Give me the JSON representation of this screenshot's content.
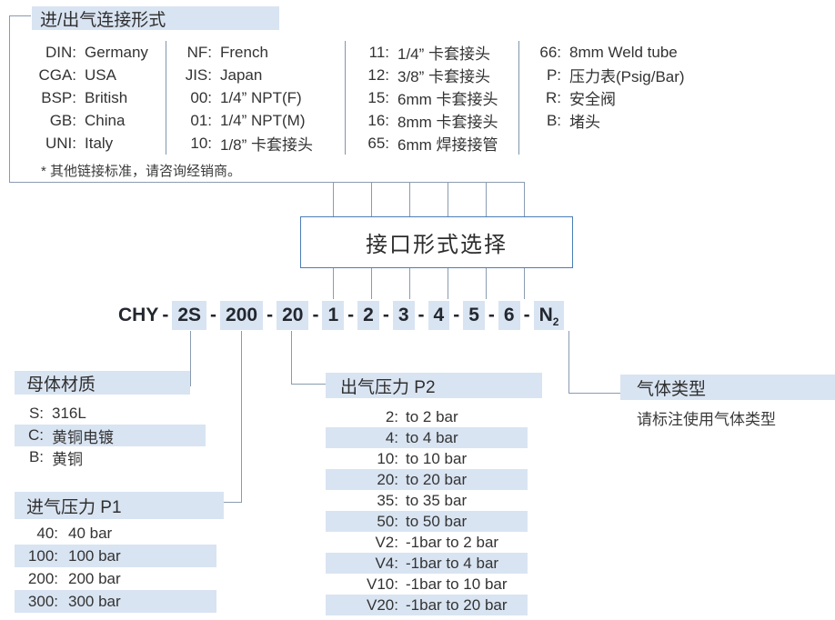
{
  "colors": {
    "highlight": "#d9e4f2",
    "line": "#8a9bb0",
    "separator": "#7f96ad",
    "box_border": "#4a7db5",
    "text": "#333333",
    "pn_text": "#23272e"
  },
  "connection": {
    "title": "进/出气连接形式",
    "footnote": "* 其他链接标准，请咨询经销商。",
    "col1": [
      {
        "code": "DIN:",
        "label": "Germany"
      },
      {
        "code": "CGA:",
        "label": "USA"
      },
      {
        "code": "BSP:",
        "label": "British"
      },
      {
        "code": "GB:",
        "label": "China"
      },
      {
        "code": "UNI:",
        "label": "Italy"
      }
    ],
    "col2": [
      {
        "code": "NF:",
        "label": "French"
      },
      {
        "code": "JIS:",
        "label": "Japan"
      },
      {
        "code": "00:",
        "label": "1/4” NPT(F)"
      },
      {
        "code": "01:",
        "label": "1/4” NPT(M)"
      },
      {
        "code": "10:",
        "label": "1/8” 卡套接头"
      }
    ],
    "col3": [
      {
        "code": "11:",
        "label": "1/4” 卡套接头"
      },
      {
        "code": "12:",
        "label": "3/8” 卡套接头"
      },
      {
        "code": "15:",
        "label": "6mm 卡套接头"
      },
      {
        "code": "16:",
        "label": "8mm 卡套接头"
      },
      {
        "code": "65:",
        "label": "6mm 焊接接管"
      }
    ],
    "col4": [
      {
        "code": "66:",
        "label": "8mm Weld tube"
      },
      {
        "code": "P:",
        "label": "压力表(Psig/Bar)"
      },
      {
        "code": "R:",
        "label": "安全阀"
      },
      {
        "code": "B:",
        "label": "堵头"
      }
    ]
  },
  "selector_box": {
    "label": "接口形式选择"
  },
  "part_number": {
    "tokens": [
      {
        "text": "CHY",
        "highlight": false
      },
      {
        "text": "-",
        "highlight": false
      },
      {
        "text": "2S",
        "highlight": true
      },
      {
        "text": "-",
        "highlight": false
      },
      {
        "text": "200",
        "highlight": true
      },
      {
        "text": "-",
        "highlight": false
      },
      {
        "text": "20",
        "highlight": true
      },
      {
        "text": "-",
        "highlight": false
      },
      {
        "text": "1",
        "highlight": true
      },
      {
        "text": "-",
        "highlight": false
      },
      {
        "text": "2",
        "highlight": true
      },
      {
        "text": "-",
        "highlight": false
      },
      {
        "text": "3",
        "highlight": true
      },
      {
        "text": "-",
        "highlight": false
      },
      {
        "text": "4",
        "highlight": true
      },
      {
        "text": "-",
        "highlight": false
      },
      {
        "text": "5",
        "highlight": true
      },
      {
        "text": "-",
        "highlight": false
      },
      {
        "text": "6",
        "highlight": true
      },
      {
        "text": "-",
        "highlight": false
      },
      {
        "text": "N",
        "sub": "2",
        "highlight": true
      }
    ]
  },
  "body_material": {
    "title": "母体材质",
    "items": [
      {
        "code": "S:",
        "label": "316L",
        "highlight": false
      },
      {
        "code": "C:",
        "label": "黄铜电镀",
        "highlight": true
      },
      {
        "code": "B:",
        "label": "黄铜",
        "highlight": false
      }
    ]
  },
  "inlet_pressure": {
    "title": "进气压力 P1",
    "items": [
      {
        "code": "40:",
        "label": "40 bar",
        "highlight": false
      },
      {
        "code": "100:",
        "label": "100 bar",
        "highlight": true
      },
      {
        "code": "200:",
        "label": "200 bar",
        "highlight": false
      },
      {
        "code": "300:",
        "label": "300 bar",
        "highlight": true
      }
    ]
  },
  "outlet_pressure": {
    "title": "出气压力 P2",
    "items": [
      {
        "code": "2:",
        "label": "to 2 bar",
        "highlight": false
      },
      {
        "code": "4:",
        "label": "to 4 bar",
        "highlight": true
      },
      {
        "code": "10:",
        "label": "to 10 bar",
        "highlight": false
      },
      {
        "code": "20:",
        "label": "to 20 bar",
        "highlight": true
      },
      {
        "code": "35:",
        "label": "to 35 bar",
        "highlight": false
      },
      {
        "code": "50:",
        "label": "to 50 bar",
        "highlight": true
      },
      {
        "code": "V2:",
        "label": "-1bar to 2 bar",
        "highlight": false
      },
      {
        "code": "V4:",
        "label": "-1bar to 4 bar",
        "highlight": true
      },
      {
        "code": "V10:",
        "label": "-1bar to 10 bar",
        "highlight": false
      },
      {
        "code": "V20:",
        "label": "-1bar to 20 bar",
        "highlight": true
      }
    ]
  },
  "gas_type": {
    "title": "气体类型",
    "note": "请标注使用气体类型"
  }
}
